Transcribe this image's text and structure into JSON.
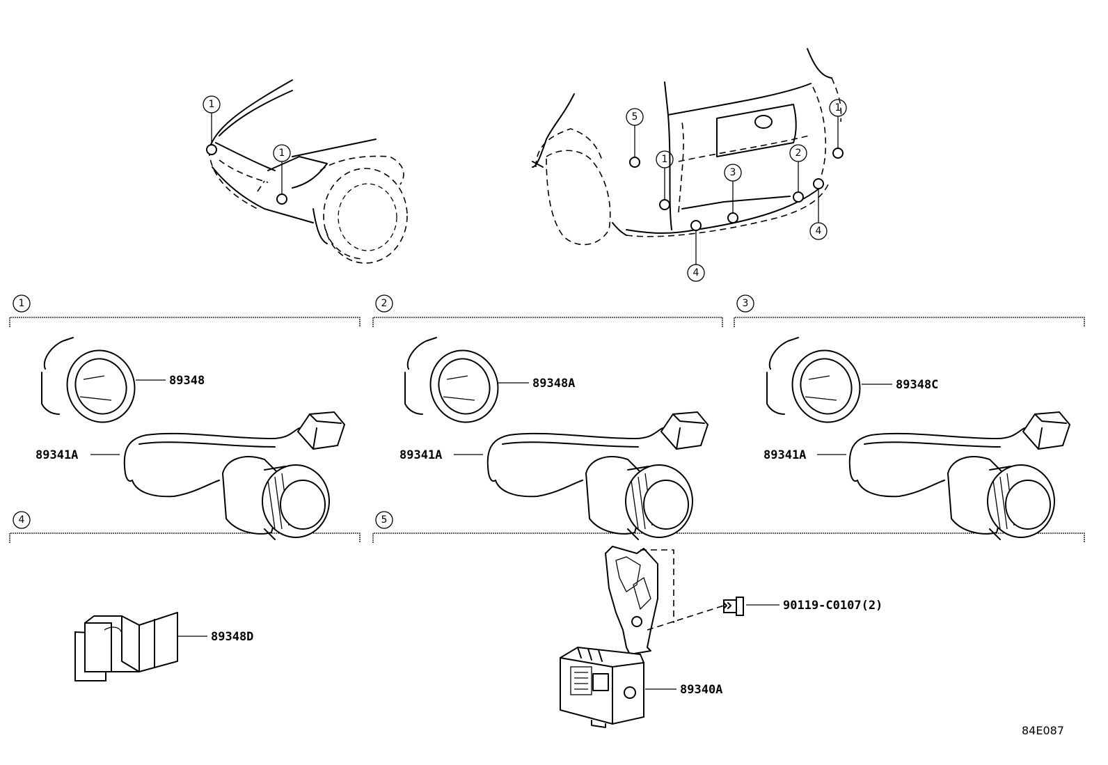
{
  "callouts": {
    "front_left_top": "1",
    "front_center": "1",
    "rear_5": "5",
    "rear_1_left": "1",
    "rear_3": "3",
    "rear_2": "2",
    "rear_1_right": "1",
    "rear_4_right": "4",
    "rear_4_bottom": "4"
  },
  "sections": [
    {
      "number": "1",
      "parts": {
        "bezel": "89348",
        "sensor": "89341A"
      }
    },
    {
      "number": "2",
      "parts": {
        "bezel": "89348A",
        "sensor": "89341A"
      }
    },
    {
      "number": "3",
      "parts": {
        "bezel": "89348C",
        "sensor": "89341A"
      }
    },
    {
      "number": "4",
      "parts": {
        "retainer": "89348D"
      }
    },
    {
      "number": "5",
      "parts": {
        "bolt": "90119-C0107(2)",
        "computer": "89340A"
      }
    }
  ],
  "reference": "84E087"
}
